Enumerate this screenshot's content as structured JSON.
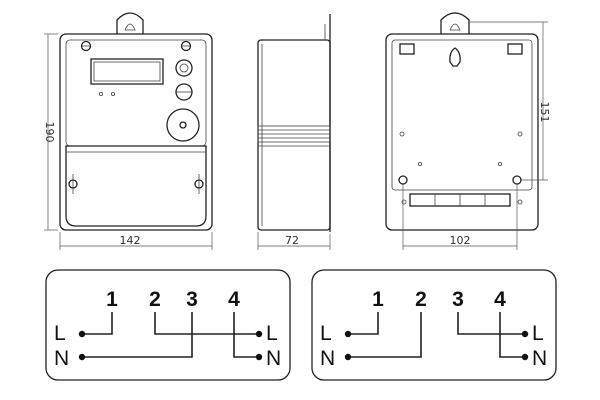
{
  "dimensions": {
    "front_height": "190",
    "front_width": "142",
    "side_depth": "72",
    "back_mount_height": "151",
    "back_mount_width": "102"
  },
  "wiring_left": {
    "terminals": [
      "1",
      "2",
      "3",
      "4"
    ],
    "in_line": "L",
    "in_neutral": "N",
    "out_line": "L",
    "out_neutral": "N"
  },
  "wiring_right": {
    "terminals": [
      "1",
      "2",
      "3",
      "4"
    ],
    "in_line": "L",
    "in_neutral": "N",
    "out_line": "L",
    "out_neutral": "N"
  }
}
